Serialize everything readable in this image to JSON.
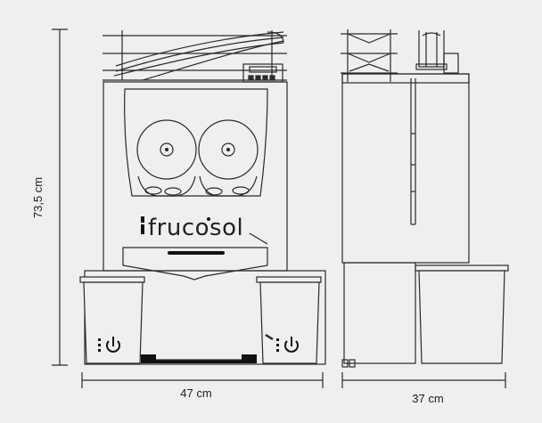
{
  "dimensions": {
    "height_label": "73,5 cm",
    "front_width_label": "47 cm",
    "side_depth_label": "37 cm"
  },
  "brand": {
    "name": "frucosol"
  },
  "colors": {
    "background": "#efefef",
    "line": "#2a2a2a",
    "black": "#111111"
  }
}
